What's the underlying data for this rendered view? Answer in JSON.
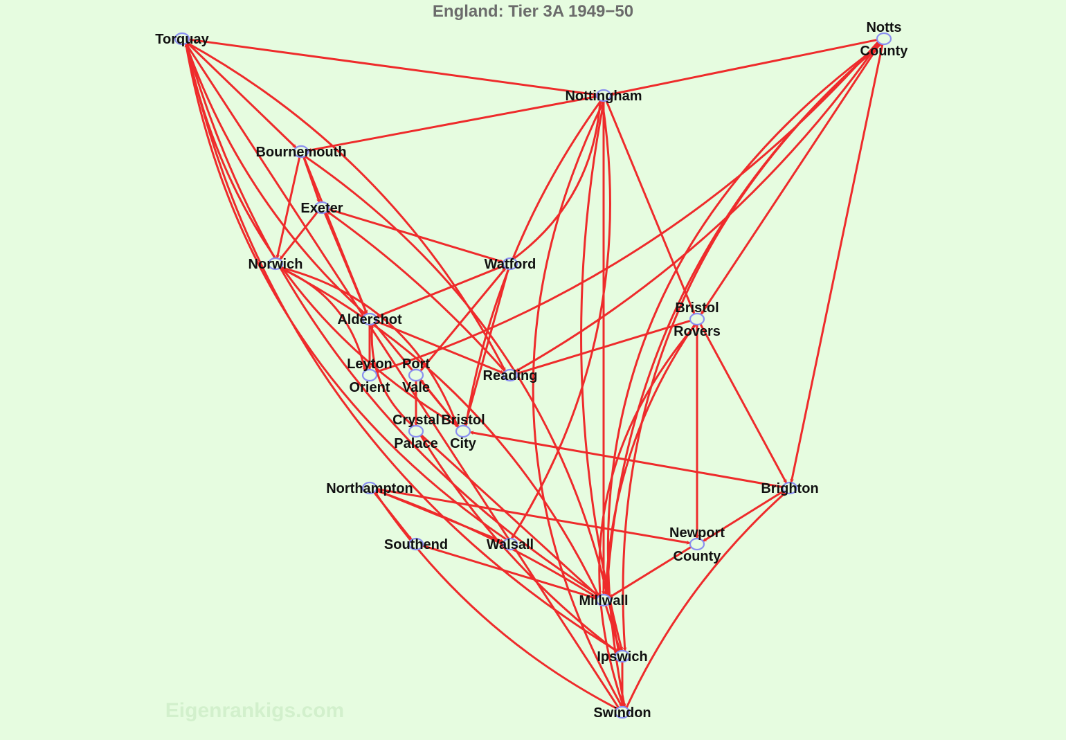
{
  "title": "England: Tier 3A 1949−50",
  "watermark": "Eigenrankigs.com",
  "colors": {
    "background": "#e6fce0",
    "edge": "#ee2b2b",
    "node_stroke": "#8a8ff0",
    "title": "#6b6b6b"
  },
  "nodes": [
    {
      "id": "torquay",
      "lines": [
        "Torquay"
      ]
    },
    {
      "id": "notts",
      "lines": [
        "Notts",
        "County"
      ]
    },
    {
      "id": "nottingham",
      "lines": [
        "Nottingham"
      ]
    },
    {
      "id": "bournemouth",
      "lines": [
        "Bournemouth"
      ]
    },
    {
      "id": "exeter",
      "lines": [
        "Exeter"
      ]
    },
    {
      "id": "norwich",
      "lines": [
        "Norwich"
      ]
    },
    {
      "id": "watford",
      "lines": [
        "Watford"
      ]
    },
    {
      "id": "bristolr",
      "lines": [
        "Bristol",
        "Rovers"
      ]
    },
    {
      "id": "aldershot",
      "lines": [
        "Aldershot"
      ]
    },
    {
      "id": "leyton",
      "lines": [
        "Leyton",
        "Orient"
      ]
    },
    {
      "id": "portvale",
      "lines": [
        "Port",
        "Vale"
      ]
    },
    {
      "id": "reading",
      "lines": [
        "Reading"
      ]
    },
    {
      "id": "crystal",
      "lines": [
        "Crystal",
        "Palace"
      ]
    },
    {
      "id": "bristolc",
      "lines": [
        "Bristol",
        "City"
      ]
    },
    {
      "id": "northampton",
      "lines": [
        "Northampton"
      ]
    },
    {
      "id": "brighton",
      "lines": [
        "Brighton"
      ]
    },
    {
      "id": "southend",
      "lines": [
        "Southend"
      ]
    },
    {
      "id": "walsall",
      "lines": [
        "Walsall"
      ]
    },
    {
      "id": "newport",
      "lines": [
        "Newport",
        "County"
      ]
    },
    {
      "id": "millwall",
      "lines": [
        "Millwall"
      ]
    },
    {
      "id": "ipswich",
      "lines": [
        "Ipswich"
      ]
    },
    {
      "id": "swindon",
      "lines": [
        "Swindon"
      ]
    }
  ],
  "edges": [
    [
      "torquay",
      "nottingham"
    ],
    [
      "torquay",
      "bournemouth"
    ],
    [
      "torquay",
      "aldershot"
    ],
    [
      "torquay",
      "bristolc"
    ],
    [
      "torquay",
      "reading"
    ],
    [
      "swindon",
      "torquay"
    ],
    [
      "walsall",
      "torquay"
    ],
    [
      "millwall",
      "torquay"
    ],
    [
      "ipswich",
      "torquay"
    ],
    [
      "notts",
      "nottingham"
    ],
    [
      "notts",
      "bristolr"
    ],
    [
      "notts",
      "leyton"
    ],
    [
      "notts",
      "reading"
    ],
    [
      "notts",
      "brighton"
    ],
    [
      "notts",
      "millwall"
    ],
    [
      "notts",
      "ipswich"
    ],
    [
      "notts",
      "swindon"
    ],
    [
      "nottingham",
      "bournemouth"
    ],
    [
      "nottingham",
      "bristolr"
    ],
    [
      "nottingham",
      "bristolc"
    ],
    [
      "nottingham",
      "walsall"
    ],
    [
      "nottingham",
      "millwall"
    ],
    [
      "nottingham",
      "ipswich"
    ],
    [
      "nottingham",
      "swindon"
    ],
    [
      "bournemouth",
      "exeter"
    ],
    [
      "bournemouth",
      "norwich"
    ],
    [
      "bournemouth",
      "aldershot"
    ],
    [
      "bournemouth",
      "ipswich"
    ],
    [
      "exeter",
      "norwich"
    ],
    [
      "exeter",
      "watford"
    ],
    [
      "exeter",
      "aldershot"
    ],
    [
      "norwich",
      "leyton"
    ],
    [
      "norwich",
      "bristolc"
    ],
    [
      "norwich",
      "millwall"
    ],
    [
      "watford",
      "aldershot"
    ],
    [
      "watford",
      "bristolc"
    ],
    [
      "watford",
      "nottingham"
    ],
    [
      "portvale",
      "watford"
    ],
    [
      "aldershot",
      "leyton"
    ],
    [
      "aldershot",
      "reading"
    ],
    [
      "aldershot",
      "bristolc"
    ],
    [
      "crystal",
      "aldershot"
    ],
    [
      "reading",
      "exeter"
    ],
    [
      "portvale",
      "crystal"
    ],
    [
      "bristolc",
      "portvale"
    ],
    [
      "brighton",
      "bristolc"
    ],
    [
      "crystal",
      "millwall"
    ],
    [
      "crystal",
      "ipswich"
    ],
    [
      "bristolr",
      "reading"
    ],
    [
      "bristolr",
      "newport"
    ],
    [
      "bristolr",
      "brighton"
    ],
    [
      "bristolr",
      "millwall"
    ],
    [
      "bristolr",
      "swindon"
    ],
    [
      "northampton",
      "southend"
    ],
    [
      "northampton",
      "walsall"
    ],
    [
      "northampton",
      "newport"
    ],
    [
      "northampton",
      "millwall"
    ],
    [
      "swindon",
      "northampton"
    ],
    [
      "southend",
      "millwall"
    ],
    [
      "brighton",
      "newport"
    ],
    [
      "swindon",
      "brighton"
    ],
    [
      "newport",
      "millwall"
    ],
    [
      "millwall",
      "ipswich"
    ],
    [
      "ipswich",
      "swindon"
    ]
  ]
}
